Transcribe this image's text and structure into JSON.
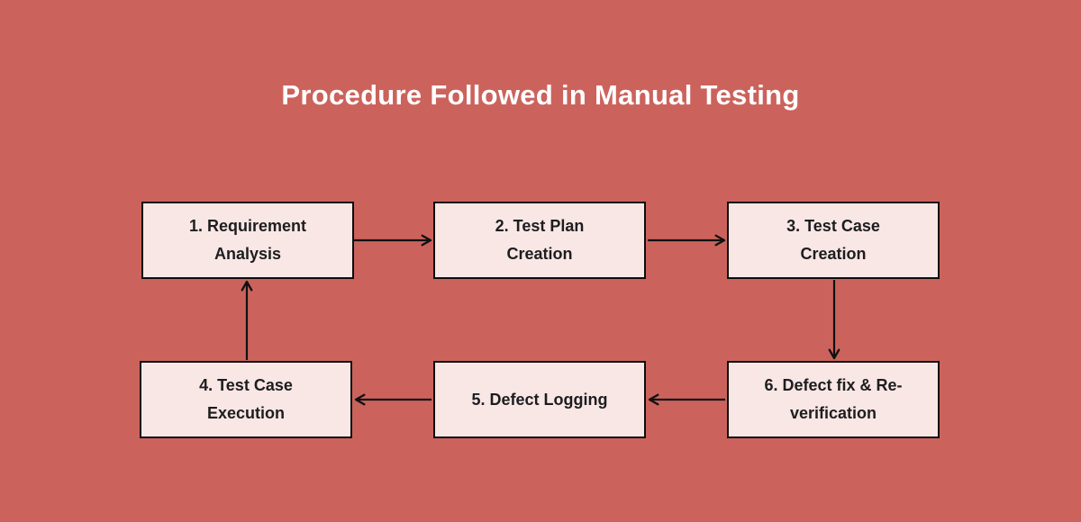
{
  "title": "Procedure Followed in Manual Testing",
  "colors": {
    "background": "#cb635c",
    "title_text": "#ffffff",
    "box_fill": "#f9e7e5",
    "box_border": "#0d0d0d",
    "box_text": "#1d1d1f",
    "arrow": "#111111"
  },
  "nodes": [
    {
      "lines": [
        "1. Requirement",
        "Analysis"
      ]
    },
    {
      "lines": [
        "2. Test Plan",
        "Creation"
      ]
    },
    {
      "lines": [
        "3. Test Case",
        "Creation"
      ]
    },
    {
      "lines": [
        "4. Test Case",
        "Execution"
      ]
    },
    {
      "lines": [
        "5. Defect Logging"
      ]
    },
    {
      "lines": [
        "6. Defect fix & Re-",
        "verification"
      ]
    }
  ],
  "edges": [
    {
      "from": "1. Requirement Analysis",
      "to": "2. Test Plan Creation"
    },
    {
      "from": "2. Test Plan Creation",
      "to": "3. Test Case Creation"
    },
    {
      "from": "3. Test Case Creation",
      "to": "6. Defect fix & Re-verification"
    },
    {
      "from": "6. Defect fix & Re-verification",
      "to": "5. Defect Logging"
    },
    {
      "from": "5. Defect Logging",
      "to": "4. Test Case Execution"
    },
    {
      "from": "4. Test Case Execution",
      "to": "1. Requirement Analysis"
    }
  ]
}
